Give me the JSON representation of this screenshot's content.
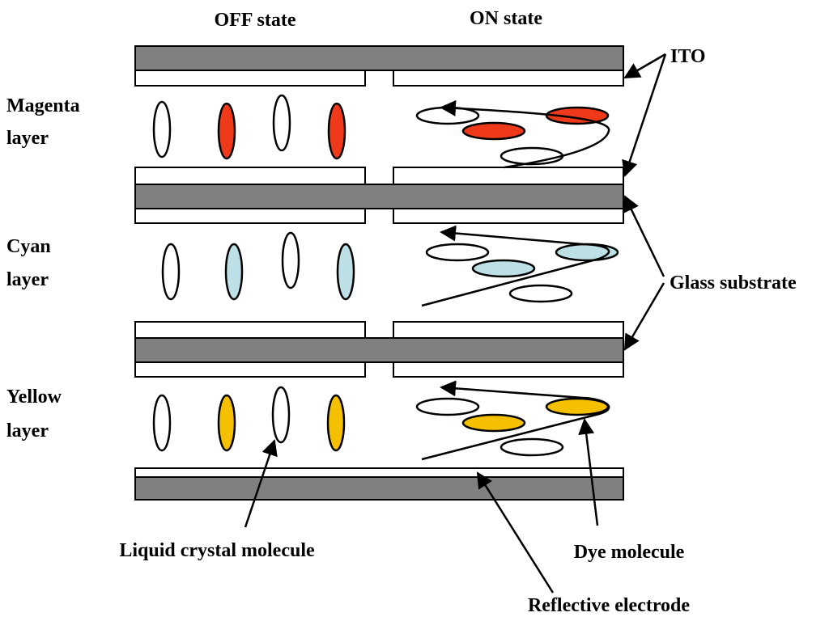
{
  "labels": {
    "off_state": "OFF state",
    "on_state": "ON state",
    "ito": "ITO",
    "magenta_layer_1": "Magenta",
    "magenta_layer_2": "layer",
    "cyan_layer_1": "Cyan",
    "cyan_layer_2": "layer",
    "yellow_layer_1": "Yellow",
    "yellow_layer_2": "layer",
    "glass_substrate": "Glass substrate",
    "liquid_crystal_molecule": "Liquid crystal molecule",
    "dye_molecule": "Dye molecule",
    "reflective_electrode": "Reflective electrode"
  },
  "colors": {
    "magenta_dye": "#ee3a1a",
    "cyan_dye": "#bde0e6",
    "yellow_dye": "#f5c000",
    "glass": "#808080",
    "ito": "#ffffff"
  }
}
